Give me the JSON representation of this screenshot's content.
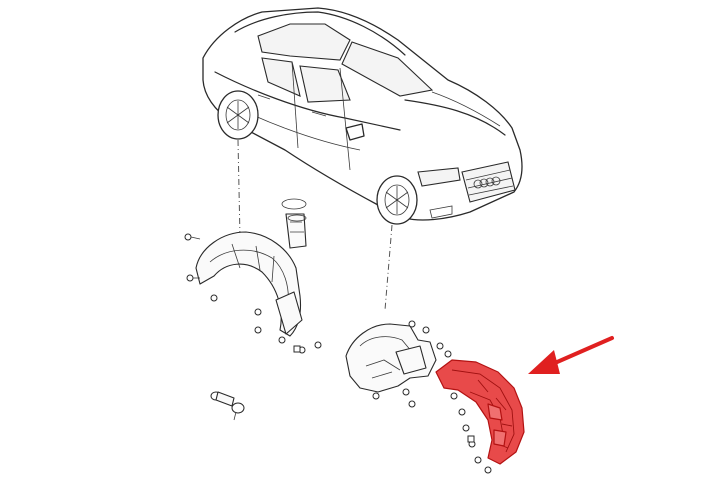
{
  "diagram": {
    "view": "exploded-parts",
    "subject": "car-with-wheel-arch-liners",
    "colors": {
      "highlight_part": "#e84a4a",
      "arrow": "#e02020",
      "line_art": "#2a2a2a"
    },
    "icons": [
      "car-outline",
      "wheel-arch-liner",
      "screw",
      "clip",
      "pointer-arrow"
    ]
  }
}
